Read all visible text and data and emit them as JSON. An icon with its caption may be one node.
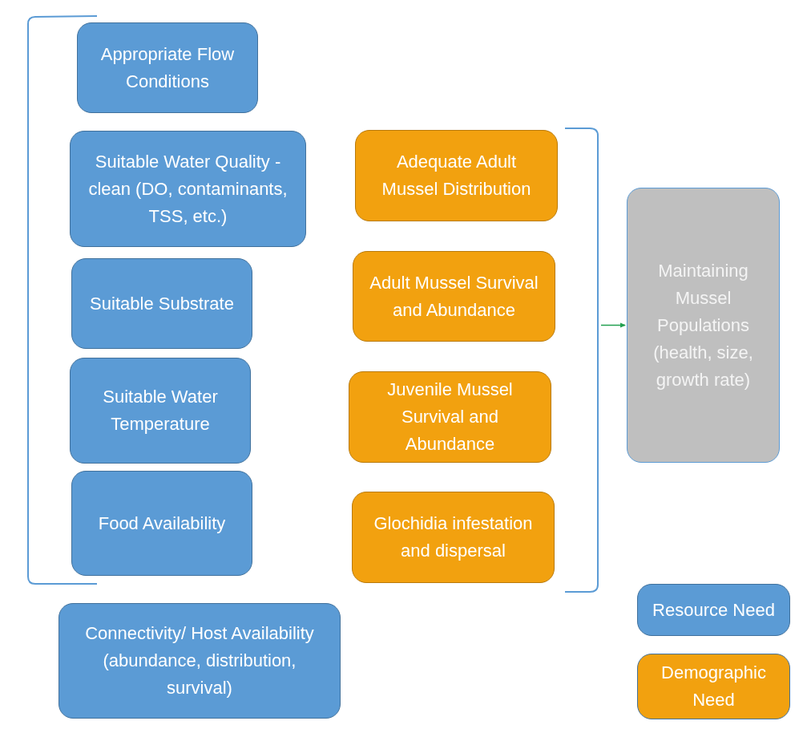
{
  "diagram": {
    "nodes": [
      {
        "text": [
          "Appropriate Flow Conditions"
        ]
      },
      {
        "text": [
          "Suitable Water Quality - clean (DO, contaminants, TSS, etc.)"
        ]
      },
      {
        "text": [
          "Suitable Substrate"
        ]
      },
      {
        "text": [
          "Suitable Water Temperature"
        ]
      },
      {
        "text": [
          "Food Availability"
        ]
      },
      {
        "text": [
          "Connectivity/ Host Availability (abundance, distribution, survival)"
        ]
      },
      {
        "text": [
          "Adequate Adult Mussel Distribution"
        ]
      },
      {
        "text": [
          "Adult Mussel Survival and Abundance"
        ]
      },
      {
        "text": [
          "Juvenile Mussel Survival and Abundance"
        ]
      },
      {
        "text": [
          "Glochidia infestation and dispersal"
        ]
      },
      {
        "text": [],
        "shape": "bracket"
      },
      {
        "text": [
          "Maintaining Mussel Populations (health, size, growth rate)"
        ]
      }
    ],
    "edges": [
      {
        "from": 10,
        "to": 11,
        "arrow": "to",
        "color": "#22a050"
      }
    ],
    "legend": [
      {
        "text": "Resource Need",
        "color": "#5b9bd5"
      },
      {
        "text": "Demographic Need",
        "color": "#f2a10f"
      }
    ]
  }
}
